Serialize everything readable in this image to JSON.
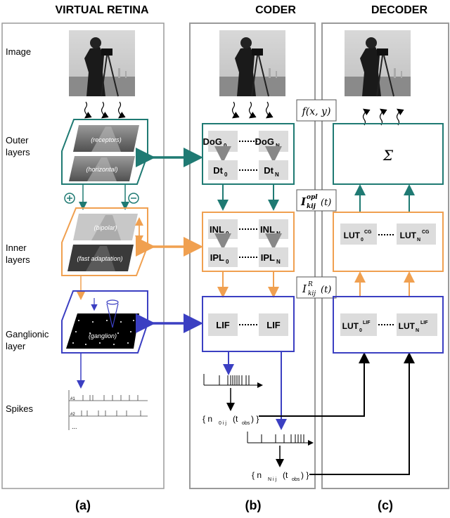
{
  "headers": {
    "retina": "VIRTUAL RETINA",
    "coder": "CODER",
    "decoder": "DECODER"
  },
  "row_labels": {
    "image": "Image",
    "outer1": "Outer",
    "outer2": "layers",
    "inner1": "Inner",
    "inner2": "layers",
    "gang1": "Ganglionic",
    "gang2": "layer",
    "spikes": "Spikes"
  },
  "layer_tags": {
    "receptors": "(receptors)",
    "horizontal": "(horizontal)",
    "bipolar": "(bipolar)",
    "fast_adaptation": "(fast adaptation)",
    "ganglion": "(ganglion)"
  },
  "signs": {
    "plus": "⊕",
    "minus": "⊖"
  },
  "spike_rows": {
    "first": "#1",
    "second": "#2",
    "more": "..."
  },
  "coder": {
    "f_label": "f(x, y)",
    "dog0": "DoG",
    "dog0_sub": "0",
    "dogN": "DoG",
    "dogN_sub": "N",
    "dt0": "Dt",
    "dt0_sub": "0",
    "dtN": "Dt",
    "dtN_sub": "N",
    "iopl_main": "I",
    "iopl_sup": "opl",
    "iopl_sub": "kij",
    "iopl_tail": "(t)",
    "inl0": "INL",
    "inl0_sub": "0",
    "inlN": "INL",
    "inlN_sub": "N",
    "ipl0": "IPL",
    "ipl0_sub": "0",
    "iplN": "IPL",
    "iplN_sub": "N",
    "ir_main": "I",
    "ir_sup": "R",
    "ir_sub": "kij",
    "ir_tail": "(t)",
    "lif0": "LIF",
    "lifN": "LIF",
    "n0": "{ n",
    "n0_sub": "0 i j",
    "n0_mid": "(t",
    "n0_sub2": "obs",
    "n0_end": ") }",
    "nN": "{ n",
    "nN_sub": "N i j",
    "nN_mid": "(t",
    "nN_sub2": "obs",
    "nN_end": ") }"
  },
  "decoder": {
    "sigma": "Σ",
    "lutcg0": "LUT",
    "lutcg0_sub": "0",
    "lutcg0_sup": "CG",
    "lutcgN": "LUT",
    "lutcgN_sub": "N",
    "lutcgN_sup": "CG",
    "lutlif0": "LUT",
    "lutlif0_sub": "0",
    "lutlif0_sup": "LIF",
    "lutlifN": "LUT",
    "lutlifN_sub": "N",
    "lutlifN_sup": "LIF"
  },
  "panel_labels": {
    "a": "(a)",
    "b": "(b)",
    "c": "(c)"
  },
  "colors": {
    "teal": "#1f7a73",
    "orange": "#f0a050",
    "blue": "#3b3fc2",
    "panel_border": "#9a9a9a",
    "box_fill": "#dcdcdc"
  }
}
